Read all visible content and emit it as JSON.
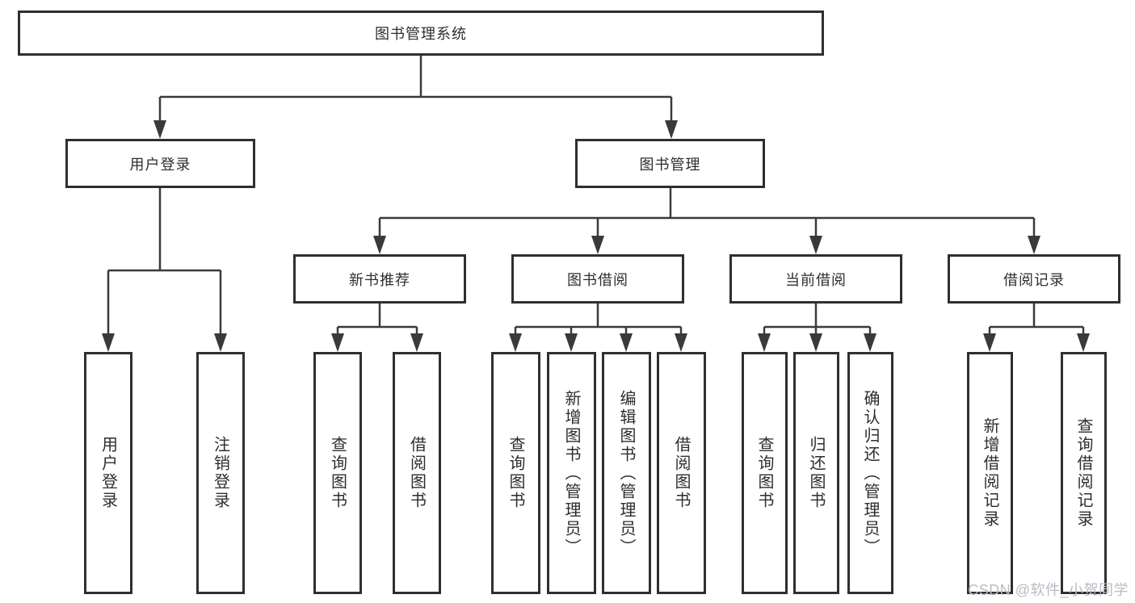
{
  "tree": {
    "label": "图书管理系统",
    "children": [
      {
        "label": "用户登录",
        "children": [
          {
            "label": "用户登录"
          },
          {
            "label": "注销登录"
          }
        ]
      },
      {
        "label": "图书管理",
        "children": [
          {
            "label": "新书推荐",
            "children": [
              {
                "label": "查询图书"
              },
              {
                "label": "借阅图书"
              }
            ]
          },
          {
            "label": "图书借阅",
            "children": [
              {
                "label": "查询图书"
              },
              {
                "label": "新增图书（管理员）"
              },
              {
                "label": "编辑图书（管理员）"
              },
              {
                "label": "借阅图书"
              }
            ]
          },
          {
            "label": "当前借阅",
            "children": [
              {
                "label": "查询图书"
              },
              {
                "label": "归还图书"
              },
              {
                "label": "确认归还（管理员）"
              }
            ]
          },
          {
            "label": "借阅记录",
            "children": [
              {
                "label": "新增借阅记录"
              },
              {
                "label": "查询借阅记录"
              }
            ]
          }
        ]
      }
    ]
  },
  "watermark": {
    "text": "CSDN @软件_小贺同学"
  },
  "colors": {
    "line": "#3a3a3a",
    "box_border": "#2f2f2f",
    "text": "#2e2e2e",
    "watermark": "#b8bcc3",
    "background": "#ffffff"
  }
}
